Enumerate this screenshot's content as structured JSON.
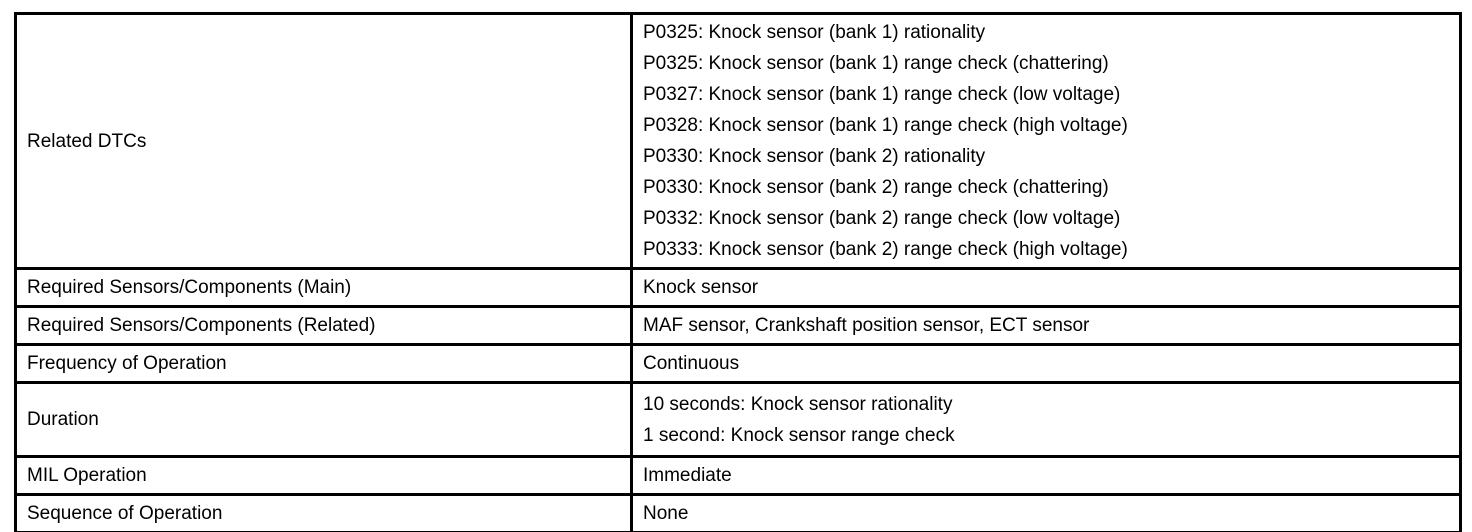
{
  "table": {
    "colors": {
      "border": "#000000",
      "text": "#000000",
      "background": "#ffffff"
    },
    "rows": [
      {
        "label": "Related DTCs",
        "values": [
          "P0325: Knock sensor (bank 1) rationality",
          "P0325: Knock sensor (bank 1) range check (chattering)",
          "P0327: Knock sensor (bank 1) range check (low voltage)",
          "P0328: Knock sensor (bank 1) range check (high voltage)",
          "P0330: Knock sensor (bank 2) rationality",
          "P0330: Knock sensor (bank 2) range check (chattering)",
          "P0332: Knock sensor (bank 2) range check (low voltage)",
          "P0333: Knock sensor (bank 2) range check (high voltage)"
        ]
      },
      {
        "label": "Required Sensors/Components (Main)",
        "values": [
          "Knock sensor"
        ]
      },
      {
        "label": "Required Sensors/Components (Related)",
        "values": [
          "MAF sensor, Crankshaft position sensor, ECT sensor"
        ]
      },
      {
        "label": "Frequency of Operation",
        "values": [
          "Continuous"
        ]
      },
      {
        "label": "Duration",
        "values": [
          "10 seconds: Knock sensor rationality",
          "1 second: Knock sensor range check"
        ]
      },
      {
        "label": "MIL Operation",
        "values": [
          "Immediate"
        ]
      },
      {
        "label": "Sequence of Operation",
        "values": [
          "None"
        ]
      }
    ]
  }
}
